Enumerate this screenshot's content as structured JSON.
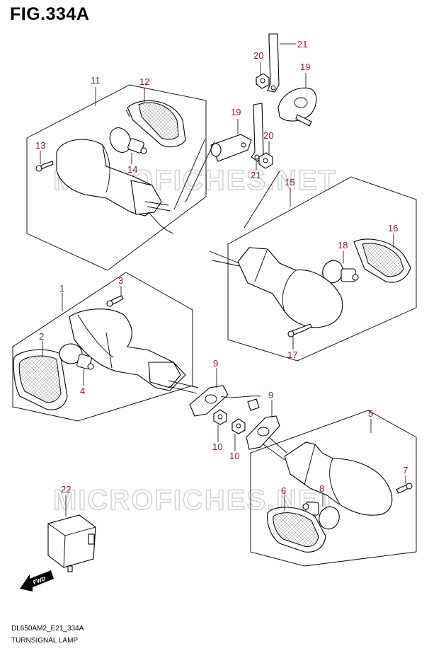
{
  "figure": {
    "title": "FIG.334A"
  },
  "footer": {
    "code": "DL650AM2_E21_334A",
    "title": "TURNSIGNAL LAMP"
  },
  "watermark": {
    "text": "MICROFICHES.NET"
  },
  "fwd_label": "FWD",
  "callouts": [
    {
      "id": "c11",
      "text": "11"
    },
    {
      "id": "c12",
      "text": "12"
    },
    {
      "id": "c13",
      "text": "13"
    },
    {
      "id": "c14",
      "text": "14"
    },
    {
      "id": "c19a",
      "text": "19"
    },
    {
      "id": "c19b",
      "text": "19"
    },
    {
      "id": "c20a",
      "text": "20"
    },
    {
      "id": "c20b",
      "text": "20"
    },
    {
      "id": "c21a",
      "text": "21"
    },
    {
      "id": "c21b",
      "text": "21"
    },
    {
      "id": "c15",
      "text": "15"
    },
    {
      "id": "c16",
      "text": "16"
    },
    {
      "id": "c18",
      "text": "18"
    },
    {
      "id": "c17",
      "text": "17"
    },
    {
      "id": "c1",
      "text": "1"
    },
    {
      "id": "c3",
      "text": "3"
    },
    {
      "id": "c2",
      "text": "2"
    },
    {
      "id": "c4",
      "text": "4"
    },
    {
      "id": "c9a",
      "text": "9"
    },
    {
      "id": "c9b",
      "text": "9"
    },
    {
      "id": "c10a",
      "text": "10"
    },
    {
      "id": "c10b",
      "text": "10"
    },
    {
      "id": "c5",
      "text": "5"
    },
    {
      "id": "c7",
      "text": "7"
    },
    {
      "id": "c6",
      "text": "6"
    },
    {
      "id": "c8",
      "text": "8"
    },
    {
      "id": "c22",
      "text": "22"
    }
  ],
  "colors": {
    "callout": "#8b1a1a",
    "line": "#000000",
    "watermark": "#c9c9c9"
  }
}
